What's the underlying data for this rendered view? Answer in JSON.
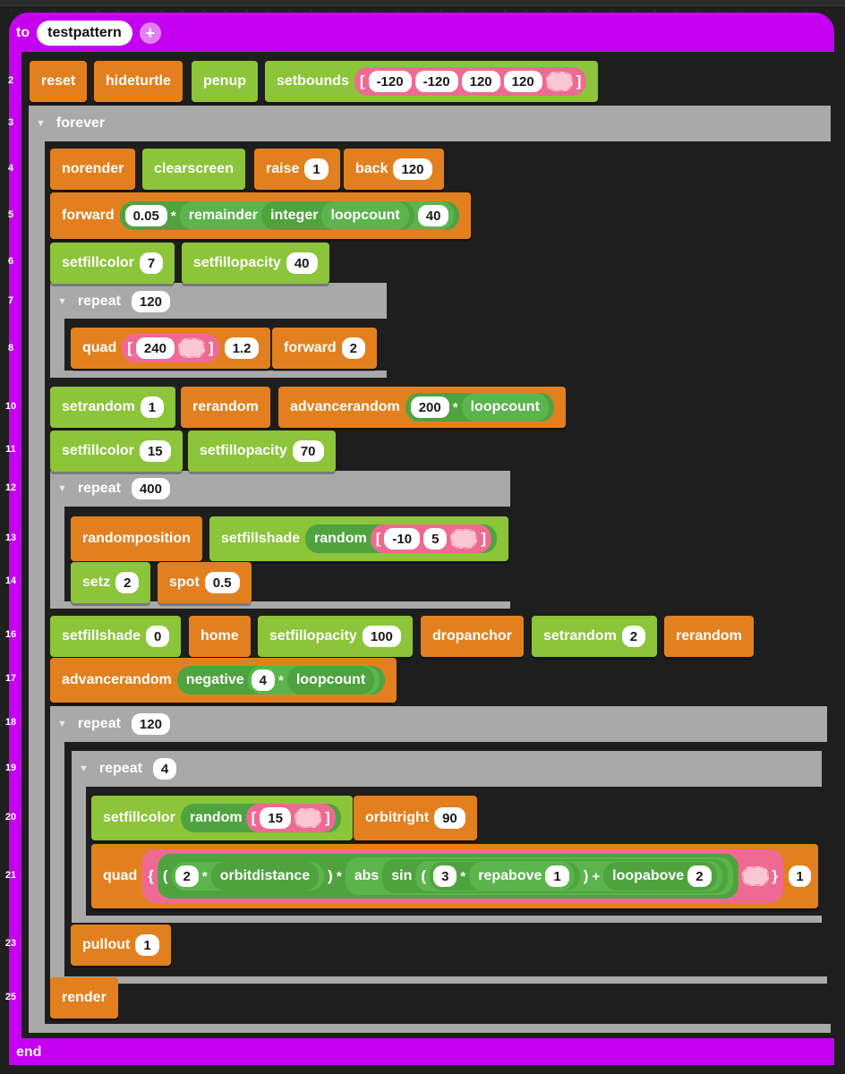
{
  "procedure": {
    "keyword_to": "to",
    "name": "testpattern",
    "add_icon": "+",
    "keyword_end": "end"
  },
  "line_numbers": [
    "2",
    "3",
    "4",
    "5",
    "6",
    "7",
    "8",
    "10",
    "11",
    "12",
    "13",
    "14",
    "16",
    "17",
    "18",
    "19",
    "20",
    "21",
    "23",
    "25"
  ],
  "code": {
    "line2": {
      "reset": "reset",
      "hideturtle": "hideturtle",
      "penup": "penup",
      "setbounds": "setbounds",
      "bounds": [
        "-120",
        "-120",
        "120",
        "120"
      ]
    },
    "line3": {
      "forever": "forever"
    },
    "line4": {
      "norender": "norender",
      "clearscreen": "clearscreen",
      "raise": "raise",
      "raise_val": "1",
      "back": "back",
      "back_val": "120"
    },
    "line5": {
      "forward": "forward",
      "num": "0.05",
      "op": "*",
      "remainder": "remainder",
      "integer": "integer",
      "loopcount": "loopcount",
      "mod": "40"
    },
    "line6": {
      "setfillcolor": "setfillcolor",
      "color": "7",
      "setfillopacity": "setfillopacity",
      "opacity": "40"
    },
    "line7": {
      "repeat": "repeat",
      "count": "120"
    },
    "line8": {
      "quad": "quad",
      "list_val": "240",
      "scale": "1.2",
      "forward": "forward",
      "forward_val": "2"
    },
    "line10": {
      "setrandom": "setrandom",
      "seed": "1",
      "rerandom": "rerandom",
      "advancerandom": "advancerandom",
      "num": "200",
      "op": "*",
      "loopcount": "loopcount"
    },
    "line11": {
      "setfillcolor": "setfillcolor",
      "color": "15",
      "setfillopacity": "setfillopacity",
      "opacity": "70"
    },
    "line12": {
      "repeat": "repeat",
      "count": "400"
    },
    "line13": {
      "randomposition": "randomposition",
      "setfillshade": "setfillshade",
      "random": "random",
      "list": [
        "-10",
        "5"
      ]
    },
    "line14": {
      "setz": "setz",
      "z": "2",
      "spot": "spot",
      "spot_val": "0.5"
    },
    "line16": {
      "setfillshade": "setfillshade",
      "shade": "0",
      "home": "home",
      "setfillopacity": "setfillopacity",
      "opacity": "100",
      "dropanchor": "dropanchor",
      "setrandom": "setrandom",
      "seed": "2",
      "rerandom": "rerandom"
    },
    "line17": {
      "advancerandom": "advancerandom",
      "negative": "negative",
      "num": "4",
      "op": "*",
      "loopcount": "loopcount"
    },
    "line18": {
      "repeat": "repeat",
      "count": "120"
    },
    "line19": {
      "repeat": "repeat",
      "count": "4"
    },
    "line20": {
      "setfillcolor": "setfillcolor",
      "random": "random",
      "list_val": "15",
      "orbitright": "orbitright",
      "angle": "90"
    },
    "line21": {
      "quad": "quad",
      "lbrace": "{",
      "rbrace": "}",
      "lparen": "(",
      "rparen": ")",
      "two": "2",
      "op": "*",
      "plus": "+",
      "orbitdistance": "orbitdistance",
      "abs": "abs",
      "sin": "sin",
      "three": "3",
      "repabove": "repabove",
      "repabove_val": "1",
      "loopabove": "loopabove",
      "loopabove_val": "2",
      "scale": "1"
    },
    "line23": {
      "pullout": "pullout",
      "val": "1"
    },
    "line25": {
      "render": "render"
    }
  },
  "colors": {
    "procedure": "#c500f0",
    "motion": "#e2801f",
    "pen": "#8cc43a",
    "reporter": "#4fa33f",
    "list": "#ef6a92",
    "control": "#a9a9a9"
  }
}
